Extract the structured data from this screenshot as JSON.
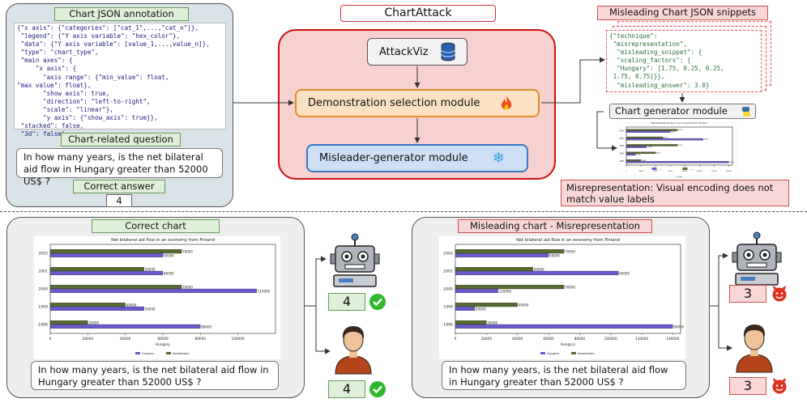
{
  "annotation": {
    "title": "Chart JSON annotation",
    "code": "{\"x axis\": {\"categories\": [\"cat_1\",...,\"cat_n\"]},\n \"legend\": {\"Y axis variable\": \"hex_color\"},\n \"data\": {\"Y axis variable\": [value_1,...,value_n]},\n \"type\": \"chart_type\",\n \"main axes\": {\n     \"x axis\": {\n       \"axis range\": {\"min_value\": float,\n\"max value\": float},\n       \"show axis\": true,\n       \"direction\": \"left-to-right\",\n       \"scale\": \"linear\"},\n       \"y axis\": {\"show_axis\": true}},\n \"stacked\": false,\n \"3d\": false}",
    "question_label": "Chart-related question",
    "question": "In how many years, is the net bilateral aid flow in Hungary greater than 52000 US$ ?",
    "answer_label": "Correct answer",
    "answer": "4"
  },
  "center": {
    "title": "ChartAttack",
    "attackviz": "AttackViz",
    "demo_module": "Demonstration selection module",
    "misleader_module": "Misleader-generator module"
  },
  "snippets": {
    "title": "Misleading Chart JSON snippets",
    "code": "{\"technique\":\n \"misrepresentation\",\n  \"misleading_snippet\": {\n  \"scaling_factors\": {\n  \"Hungary\": [1.75, 0.25, 0.25,\n 1.75, 0.75]}},\n  \"misleading_answer\": 3.0}",
    "generator": "Chart generator module",
    "explanation": "Misrepresentation: Visual encoding does not match value labels"
  },
  "bottom_left": {
    "title": "Correct chart",
    "question": "In how many years, is the net bilateral aid flow in Hungary greater than 52000 US$ ?",
    "robot_answer": "4",
    "human_answer": "4"
  },
  "bottom_right": {
    "title": "Misleading chart - Misrepresentation",
    "question": "In how many years, is the net bilateral aid flow in Hungary greater than 52000 US$ ?",
    "robot_answer": "3",
    "human_answer": "3"
  },
  "colors": {
    "hungary": "#6a5acd",
    "kazakhstan": "#556b2f",
    "green_check": "#2eb82e",
    "devil": "#e03020"
  },
  "chart_data": [
    {
      "type": "bar",
      "title": "Net bilateral aid flow in an economy from Finland",
      "categories": [
        "2002",
        "2001",
        "2000",
        "1999",
        "1996"
      ],
      "series": [
        {
          "name": "Hungary",
          "values": [
            60000,
            60000,
            110000,
            50000,
            80000
          ],
          "labels": [
            "60000",
            "60000",
            "110000",
            "50000",
            "80000"
          ]
        },
        {
          "name": "Kazakhstan",
          "values": [
            70000,
            50000,
            70000,
            40000,
            20000
          ],
          "labels": [
            "70000",
            "50000",
            "70000",
            "40000",
            "20000"
          ]
        }
      ],
      "xlabel": "Hungary",
      "xticks": [
        "0",
        "20000",
        "40000",
        "60000",
        "80000",
        "100000"
      ],
      "xlim": [
        0,
        120000
      ]
    },
    {
      "type": "bar",
      "title": "Net bilateral aid flow in an economy from Finland",
      "categories": [
        "2002",
        "2001",
        "2000",
        "1999",
        "1996"
      ],
      "series": [
        {
          "name": "Hungary",
          "values": [
            60000,
            105000,
            27500,
            12500,
            140000
          ],
          "labels": [
            "60000",
            "60000",
            "110000",
            "50000",
            "80000"
          ]
        },
        {
          "name": "Kazakhstan",
          "values": [
            70000,
            50000,
            70000,
            40000,
            20000
          ],
          "labels": [
            "70000",
            "50000",
            "70000",
            "40000",
            "20000"
          ]
        }
      ],
      "xlabel": "Hungary",
      "xticks": [
        "0",
        "20000",
        "40000",
        "60000",
        "80000",
        "100000",
        "120000",
        "140000"
      ],
      "xlim": [
        0,
        145000
      ]
    }
  ]
}
